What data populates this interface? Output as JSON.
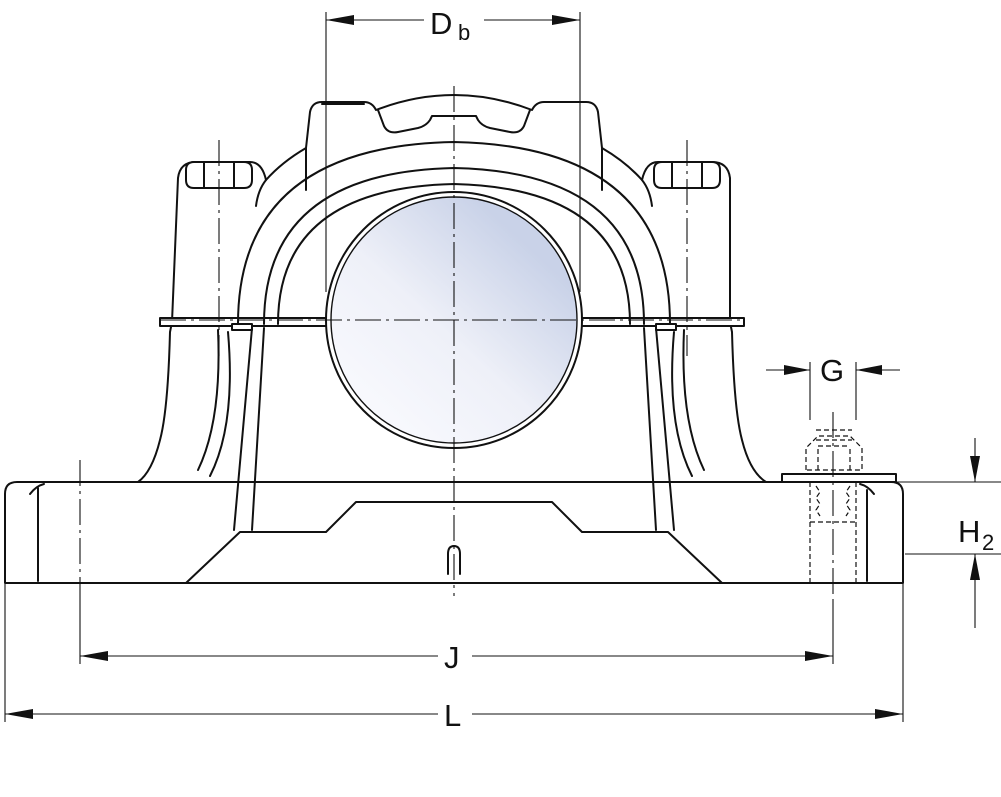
{
  "dimensions": {
    "db": {
      "main": "D",
      "sub": "b"
    },
    "g": {
      "main": "G"
    },
    "h2": {
      "main": "H",
      "sub": "2"
    },
    "j": {
      "main": "J"
    },
    "l": {
      "main": "L"
    }
  },
  "colors": {
    "outline": "#111111",
    "shaft_light": "#f7f8fd",
    "shaft_dark": "#c9d2e8"
  }
}
